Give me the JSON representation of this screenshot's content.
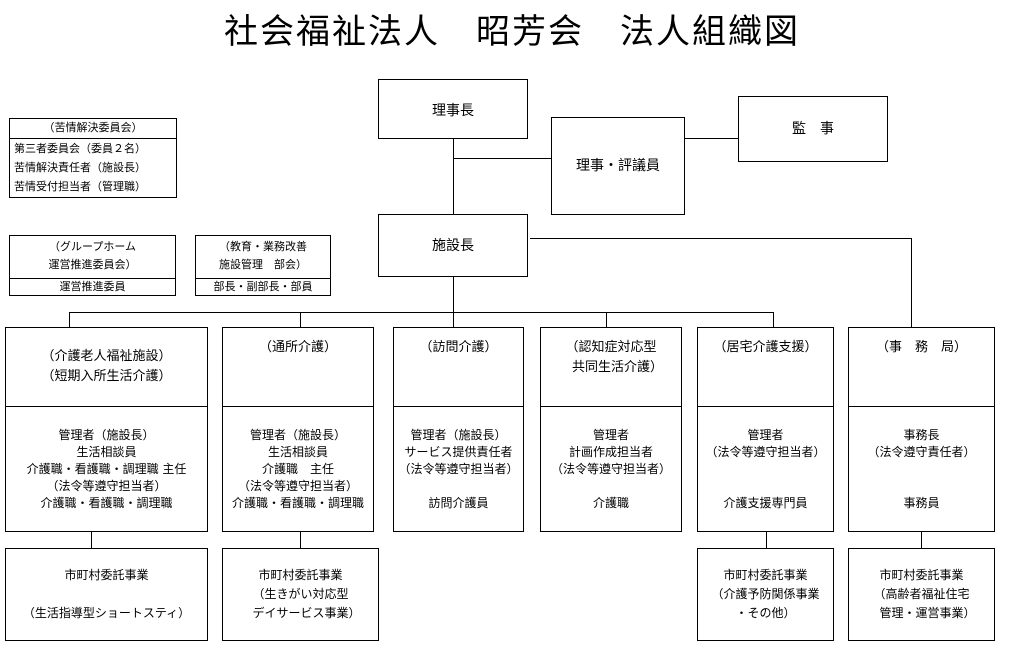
{
  "title": "社会福祉法人　昭芳会　法人組織図",
  "top": {
    "chairman": "理事長",
    "directors": "理事・評議員",
    "auditor": "監　事",
    "facility_director": "施設長"
  },
  "committees": {
    "complaints": {
      "header": "（苦情解決委員会）",
      "items": [
        "第三者委員会（委員２名）",
        "苦情解決責任者（施設長）",
        "苦情受付担当者（管理職）"
      ]
    },
    "grouphome": {
      "header": "（グループホーム\n運営推進委員会）",
      "member": "運営推進委員"
    },
    "education": {
      "header": "（教育・業務改善\n施設管理　部会）",
      "member": "部長・副部長・部員"
    }
  },
  "divisions": [
    {
      "title": "（介護老人福祉施設）\n（短期入所生活介護）",
      "staff": "管理者（施設長）\n生活相談員\n介護職・看護職・調理職 主任\n（法令等遵守担当者）\n介護職・看護職・調理職",
      "commission": "市町村委託事業\n\n（生活指導型ショートスティ）"
    },
    {
      "title": "（通所介護）",
      "staff": "管理者（施設長）\n生活相談員\n介護職　主任\n（法令等遵守担当者）\n介護職・看護職・調理職",
      "commission": "市町村委託事業\n（生きがい対応型\n　デイサービス事業）"
    },
    {
      "title": "（訪問介護）",
      "staff": "管理者（施設長）\nサービス提供責任者\n（法令等遵守担当者）\n\n訪問介護員",
      "commission": ""
    },
    {
      "title": "（認知症対応型\n　共同生活介護）",
      "staff": "管理者\n計画作成担当者\n（法令等遵守担当者）\n\n介護職",
      "commission": ""
    },
    {
      "title": "（居宅介護支援）",
      "staff": "管理者\n（法令等遵守担当者）\n\n\n介護支援専門員",
      "commission": "市町村委託事業\n（介護予防関係事業\n・その他）"
    },
    {
      "title": "（事　務　局）",
      "staff": "事務長\n（法令遵守責任者）\n\n\n事務員",
      "commission": "市町村委託事業\n（高齢者福祉住宅\n　管理・運営事業）"
    }
  ]
}
